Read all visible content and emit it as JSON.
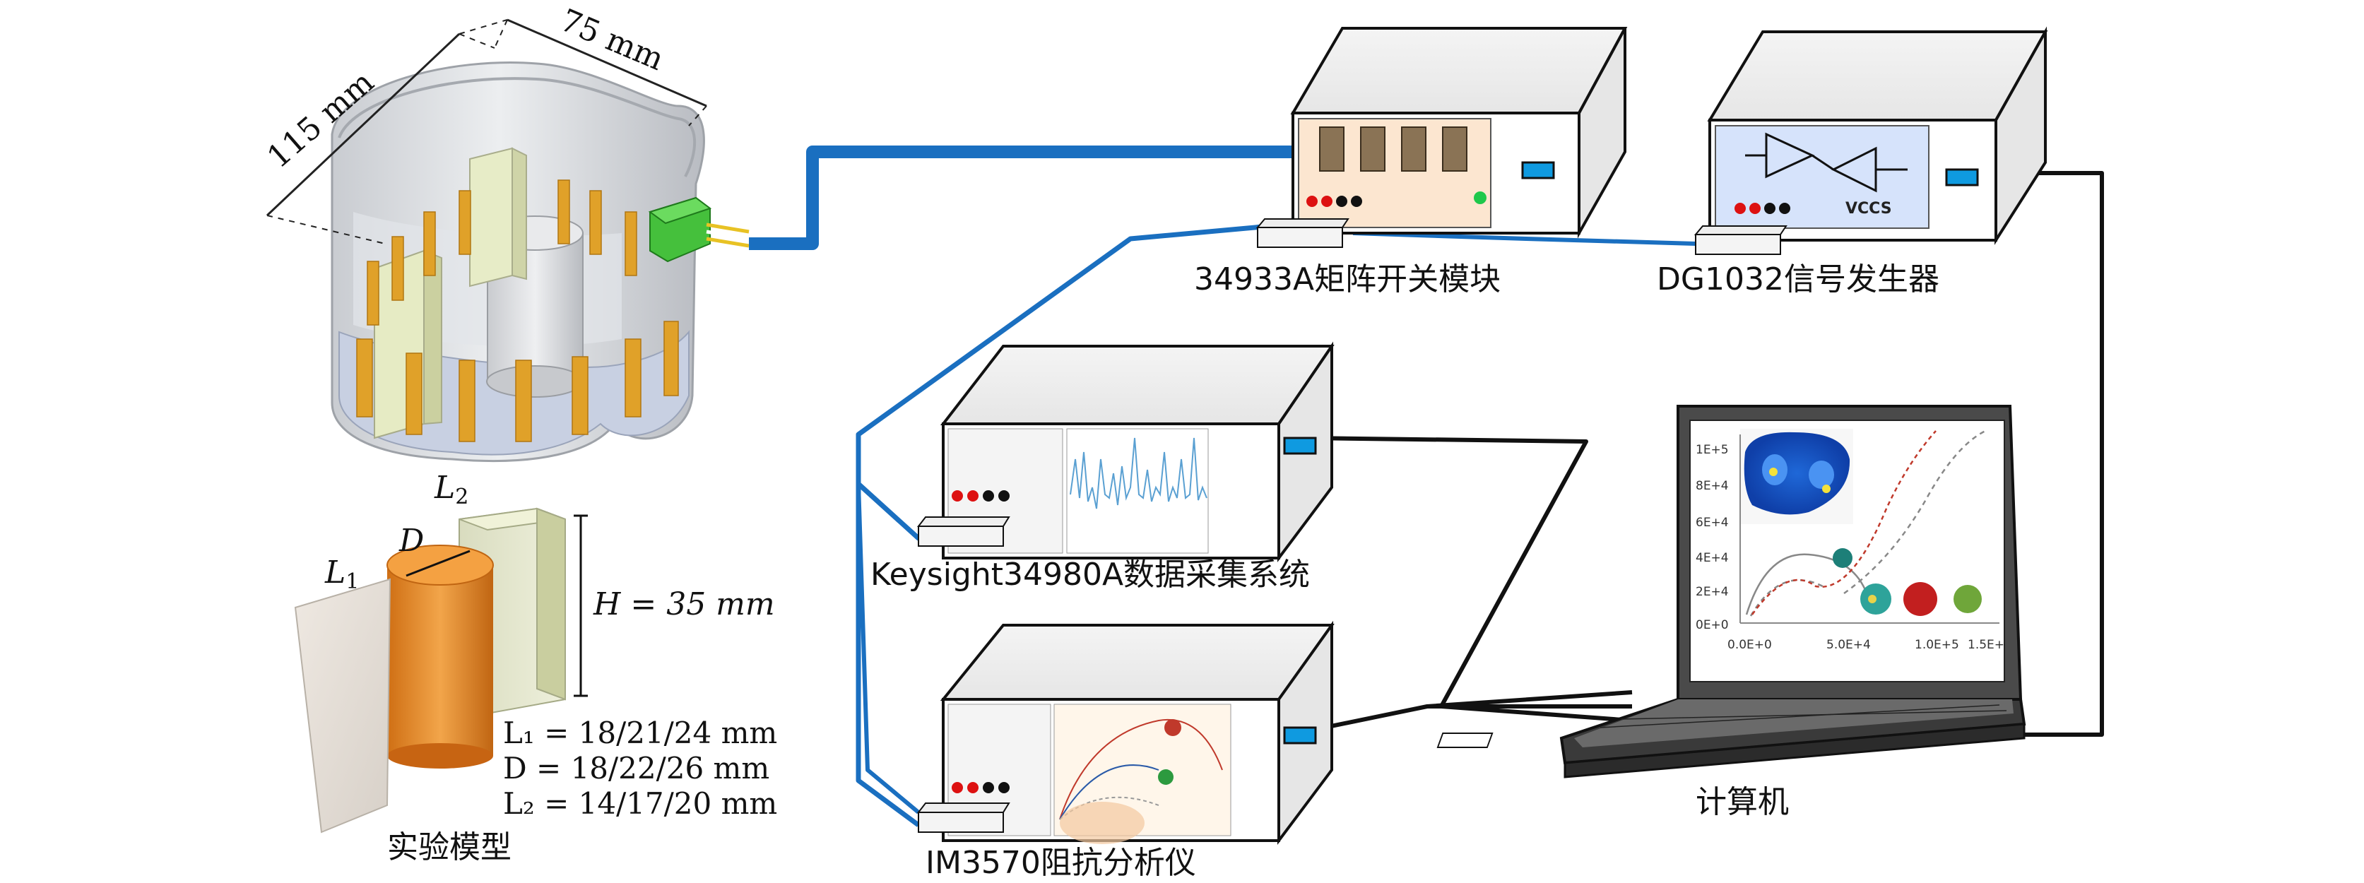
{
  "tank": {
    "width_label": "115 mm",
    "depth_label": "75 mm"
  },
  "model": {
    "label_L2": "L",
    "label_L2_sub": "2",
    "label_D": "D",
    "label_L1": "L",
    "label_L1_sub": "1",
    "height_label": "H = 35 mm",
    "spec_L1": "L₁ = 18/21/24 mm",
    "spec_D": "D = 18/22/26 mm",
    "spec_L2": "L₂ = 14/17/20 mm",
    "caption": "实验模型"
  },
  "devices": {
    "switch_module": "34933A矩阵开关模块",
    "signal_generator": "DG1032信号发生器",
    "signal_generator_chip": "VCCS",
    "daq": "Keysight34980A数据采集系统",
    "impedance_analyzer": "IM3570阻抗分析仪",
    "computer": "计算机"
  },
  "laptop_chart": {
    "y_ticks": [
      "1E+5",
      "8E+4",
      "6E+4",
      "4E+4",
      "2E+4",
      "0E+0"
    ],
    "x_ticks": [
      "0.0E+0",
      "5.0E+4",
      "1.0E+5",
      "1.5E+"
    ]
  },
  "colors": {
    "cable_blue": "#1a6fc0",
    "cable_black": "#111111",
    "electrode": "#e1a02a",
    "device_panel_orange": "#fce6d0",
    "device_panel_blue": "#d6e3fb"
  }
}
